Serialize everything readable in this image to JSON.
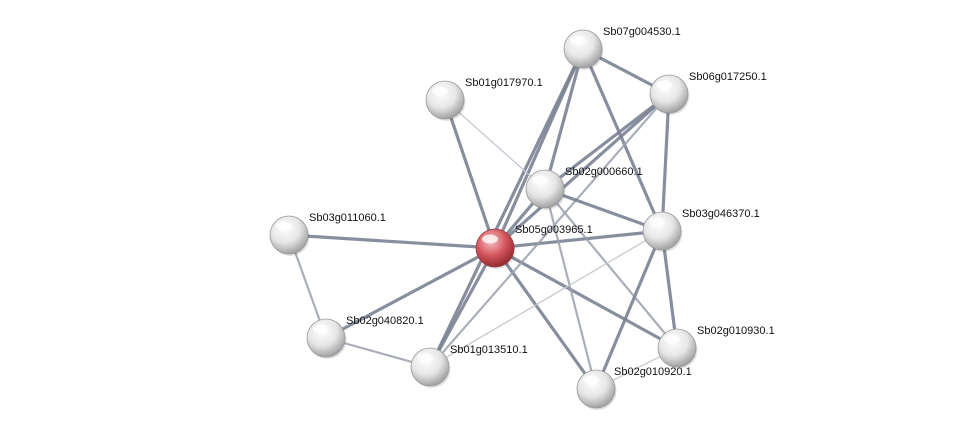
{
  "network": {
    "query_color": "#d4545c",
    "node_color": "#e6e6e6",
    "nodes": [
      {
        "id": "n0",
        "label": "Sb05g003965.1",
        "query": true
      },
      {
        "id": "n1",
        "label": "Sb07g004530.1",
        "query": false
      },
      {
        "id": "n2",
        "label": "Sb06g017250.1",
        "query": false
      },
      {
        "id": "n3",
        "label": "Sb01g017970.1",
        "query": false
      },
      {
        "id": "n4",
        "label": "Sb02g000660.1",
        "query": false
      },
      {
        "id": "n5",
        "label": "Sb03g046370.1",
        "query": false
      },
      {
        "id": "n6",
        "label": "Sb03g011060.1",
        "query": false
      },
      {
        "id": "n7",
        "label": "Sb02g040820.1",
        "query": false
      },
      {
        "id": "n8",
        "label": "Sb01g013510.1",
        "query": false
      },
      {
        "id": "n9",
        "label": "Sb02g010930.1",
        "query": false
      },
      {
        "id": "n10",
        "label": "Sb02g010920.1",
        "query": false
      }
    ],
    "edges": [
      {
        "source": "n0",
        "target": "n1",
        "strength": "strong"
      },
      {
        "source": "n0",
        "target": "n2",
        "strength": "strong"
      },
      {
        "source": "n0",
        "target": "n3",
        "strength": "strong"
      },
      {
        "source": "n0",
        "target": "n4",
        "strength": "strong"
      },
      {
        "source": "n0",
        "target": "n5",
        "strength": "strong"
      },
      {
        "source": "n0",
        "target": "n6",
        "strength": "strong"
      },
      {
        "source": "n0",
        "target": "n7",
        "strength": "strong"
      },
      {
        "source": "n0",
        "target": "n8",
        "strength": "strong"
      },
      {
        "source": "n0",
        "target": "n9",
        "strength": "strong"
      },
      {
        "source": "n0",
        "target": "n10",
        "strength": "strong"
      },
      {
        "source": "n1",
        "target": "n2",
        "strength": "strong"
      },
      {
        "source": "n1",
        "target": "n4",
        "strength": "strong"
      },
      {
        "source": "n1",
        "target": "n5",
        "strength": "strong"
      },
      {
        "source": "n1",
        "target": "n8",
        "strength": "strong"
      },
      {
        "source": "n2",
        "target": "n4",
        "strength": "strong"
      },
      {
        "source": "n2",
        "target": "n5",
        "strength": "strong"
      },
      {
        "source": "n2",
        "target": "n8",
        "strength": "medium"
      },
      {
        "source": "n3",
        "target": "n4",
        "strength": "weak"
      },
      {
        "source": "n4",
        "target": "n5",
        "strength": "strong"
      },
      {
        "source": "n4",
        "target": "n9",
        "strength": "medium"
      },
      {
        "source": "n4",
        "target": "n10",
        "strength": "medium"
      },
      {
        "source": "n5",
        "target": "n9",
        "strength": "strong"
      },
      {
        "source": "n5",
        "target": "n10",
        "strength": "strong"
      },
      {
        "source": "n5",
        "target": "n8",
        "strength": "weak"
      },
      {
        "source": "n6",
        "target": "n7",
        "strength": "medium"
      },
      {
        "source": "n7",
        "target": "n8",
        "strength": "medium"
      },
      {
        "source": "n9",
        "target": "n10",
        "strength": "weak"
      }
    ]
  }
}
